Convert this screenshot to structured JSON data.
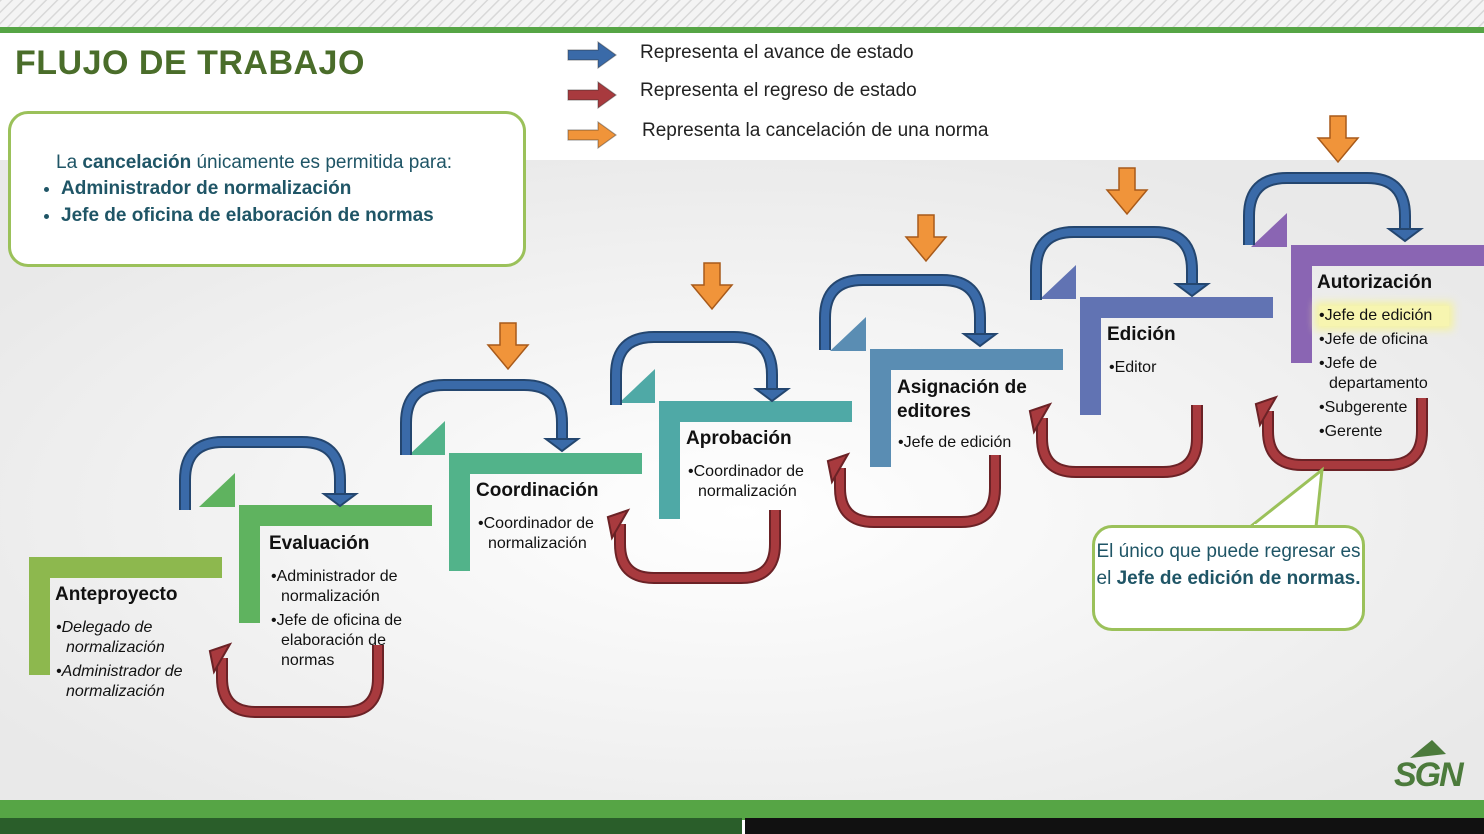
{
  "title": "FLUJO DE TRABAJO",
  "legend": [
    {
      "label": "Representa el avance de estado",
      "color": "#3a6aa8"
    },
    {
      "label": "Representa el  regreso de estado",
      "color": "#a83a3e"
    },
    {
      "label": "Representa la cancelación de una norma",
      "color": "#f0943a"
    }
  ],
  "cancel_note": {
    "prefix": "La ",
    "bold": "cancelación",
    "suffix": " únicamente es permitida para:",
    "items": [
      "Administrador de normalización",
      "Jefe de oficina de elaboración de normas"
    ]
  },
  "return_note": {
    "text": "El único que puede regresar es el ",
    "bold": "Jefe de edición de normas."
  },
  "stages": [
    {
      "title": "Anteproyecto",
      "items": [
        "Delegado de normalización",
        "Administrador de normalización"
      ],
      "color": "#8db84e"
    },
    {
      "title": "Evaluación",
      "items": [
        "Administrador de normalización",
        "Jefe de oficina de elaboración de normas"
      ],
      "color": "#5fb35f"
    },
    {
      "title": "Coordinación",
      "items": [
        "Coordinador de normalización"
      ],
      "color": "#52b38a"
    },
    {
      "title": "Aprobación",
      "items": [
        "Coordinador de normalización"
      ],
      "color": "#4fa9a6"
    },
    {
      "title": "Asignación de editores",
      "items": [
        "Jefe de edición"
      ],
      "color": "#5a8db3"
    },
    {
      "title": "Edición",
      "items": [
        "Editor"
      ],
      "color": "#6173b3"
    },
    {
      "title": "Autorización",
      "items": [
        "Jefe de edición",
        "Jefe de oficina",
        "Jefe de departamento",
        "Subgerente",
        "Gerente"
      ],
      "color": "#8a65b3"
    }
  ],
  "logo": "SGN",
  "colors": {
    "forward": "#3a6aa8",
    "back": "#a83a3e",
    "cancel": "#f0943a",
    "bar_green": "#56a545",
    "bar_dark": "#2a5e2a"
  }
}
